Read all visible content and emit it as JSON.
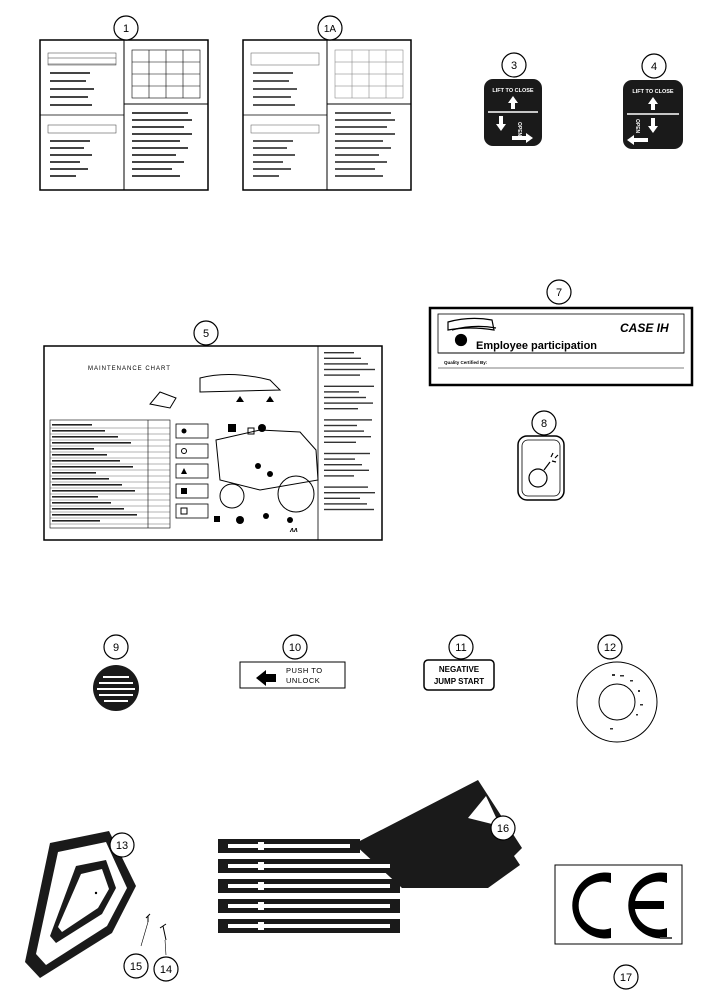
{
  "callouts": {
    "c1": "1",
    "c1a": "1A",
    "c3": "3",
    "c4": "4",
    "c5": "5",
    "c7": "7",
    "c8": "8",
    "c9": "9",
    "c10": "10",
    "c11": "11",
    "c12": "12",
    "c13": "13",
    "c14": "14",
    "c15": "15",
    "c16": "16",
    "c17": "17"
  },
  "decal_3": {
    "top_text": "LIFT TO CLOSE",
    "bottom_text": "OPEN"
  },
  "decal_4": {
    "top_text": "LIFT TO CLOSE",
    "bottom_text": "OPEN"
  },
  "decal_5": {
    "title": "MAINTENANCE CHART"
  },
  "decal_7": {
    "brand": "CASE IH",
    "heading": "Employee participation",
    "subtext": "Quality Certified By:"
  },
  "decal_10": {
    "line1": "PUSH TO",
    "line2": "UNLOCK"
  },
  "decal_11": {
    "line1": "NEGATIVE",
    "line2": "JUMP START"
  },
  "decal_17": {
    "mark": "CE"
  },
  "colors": {
    "ink": "#000000",
    "paper": "#ffffff",
    "dark_panel": "#1a1a1a"
  }
}
